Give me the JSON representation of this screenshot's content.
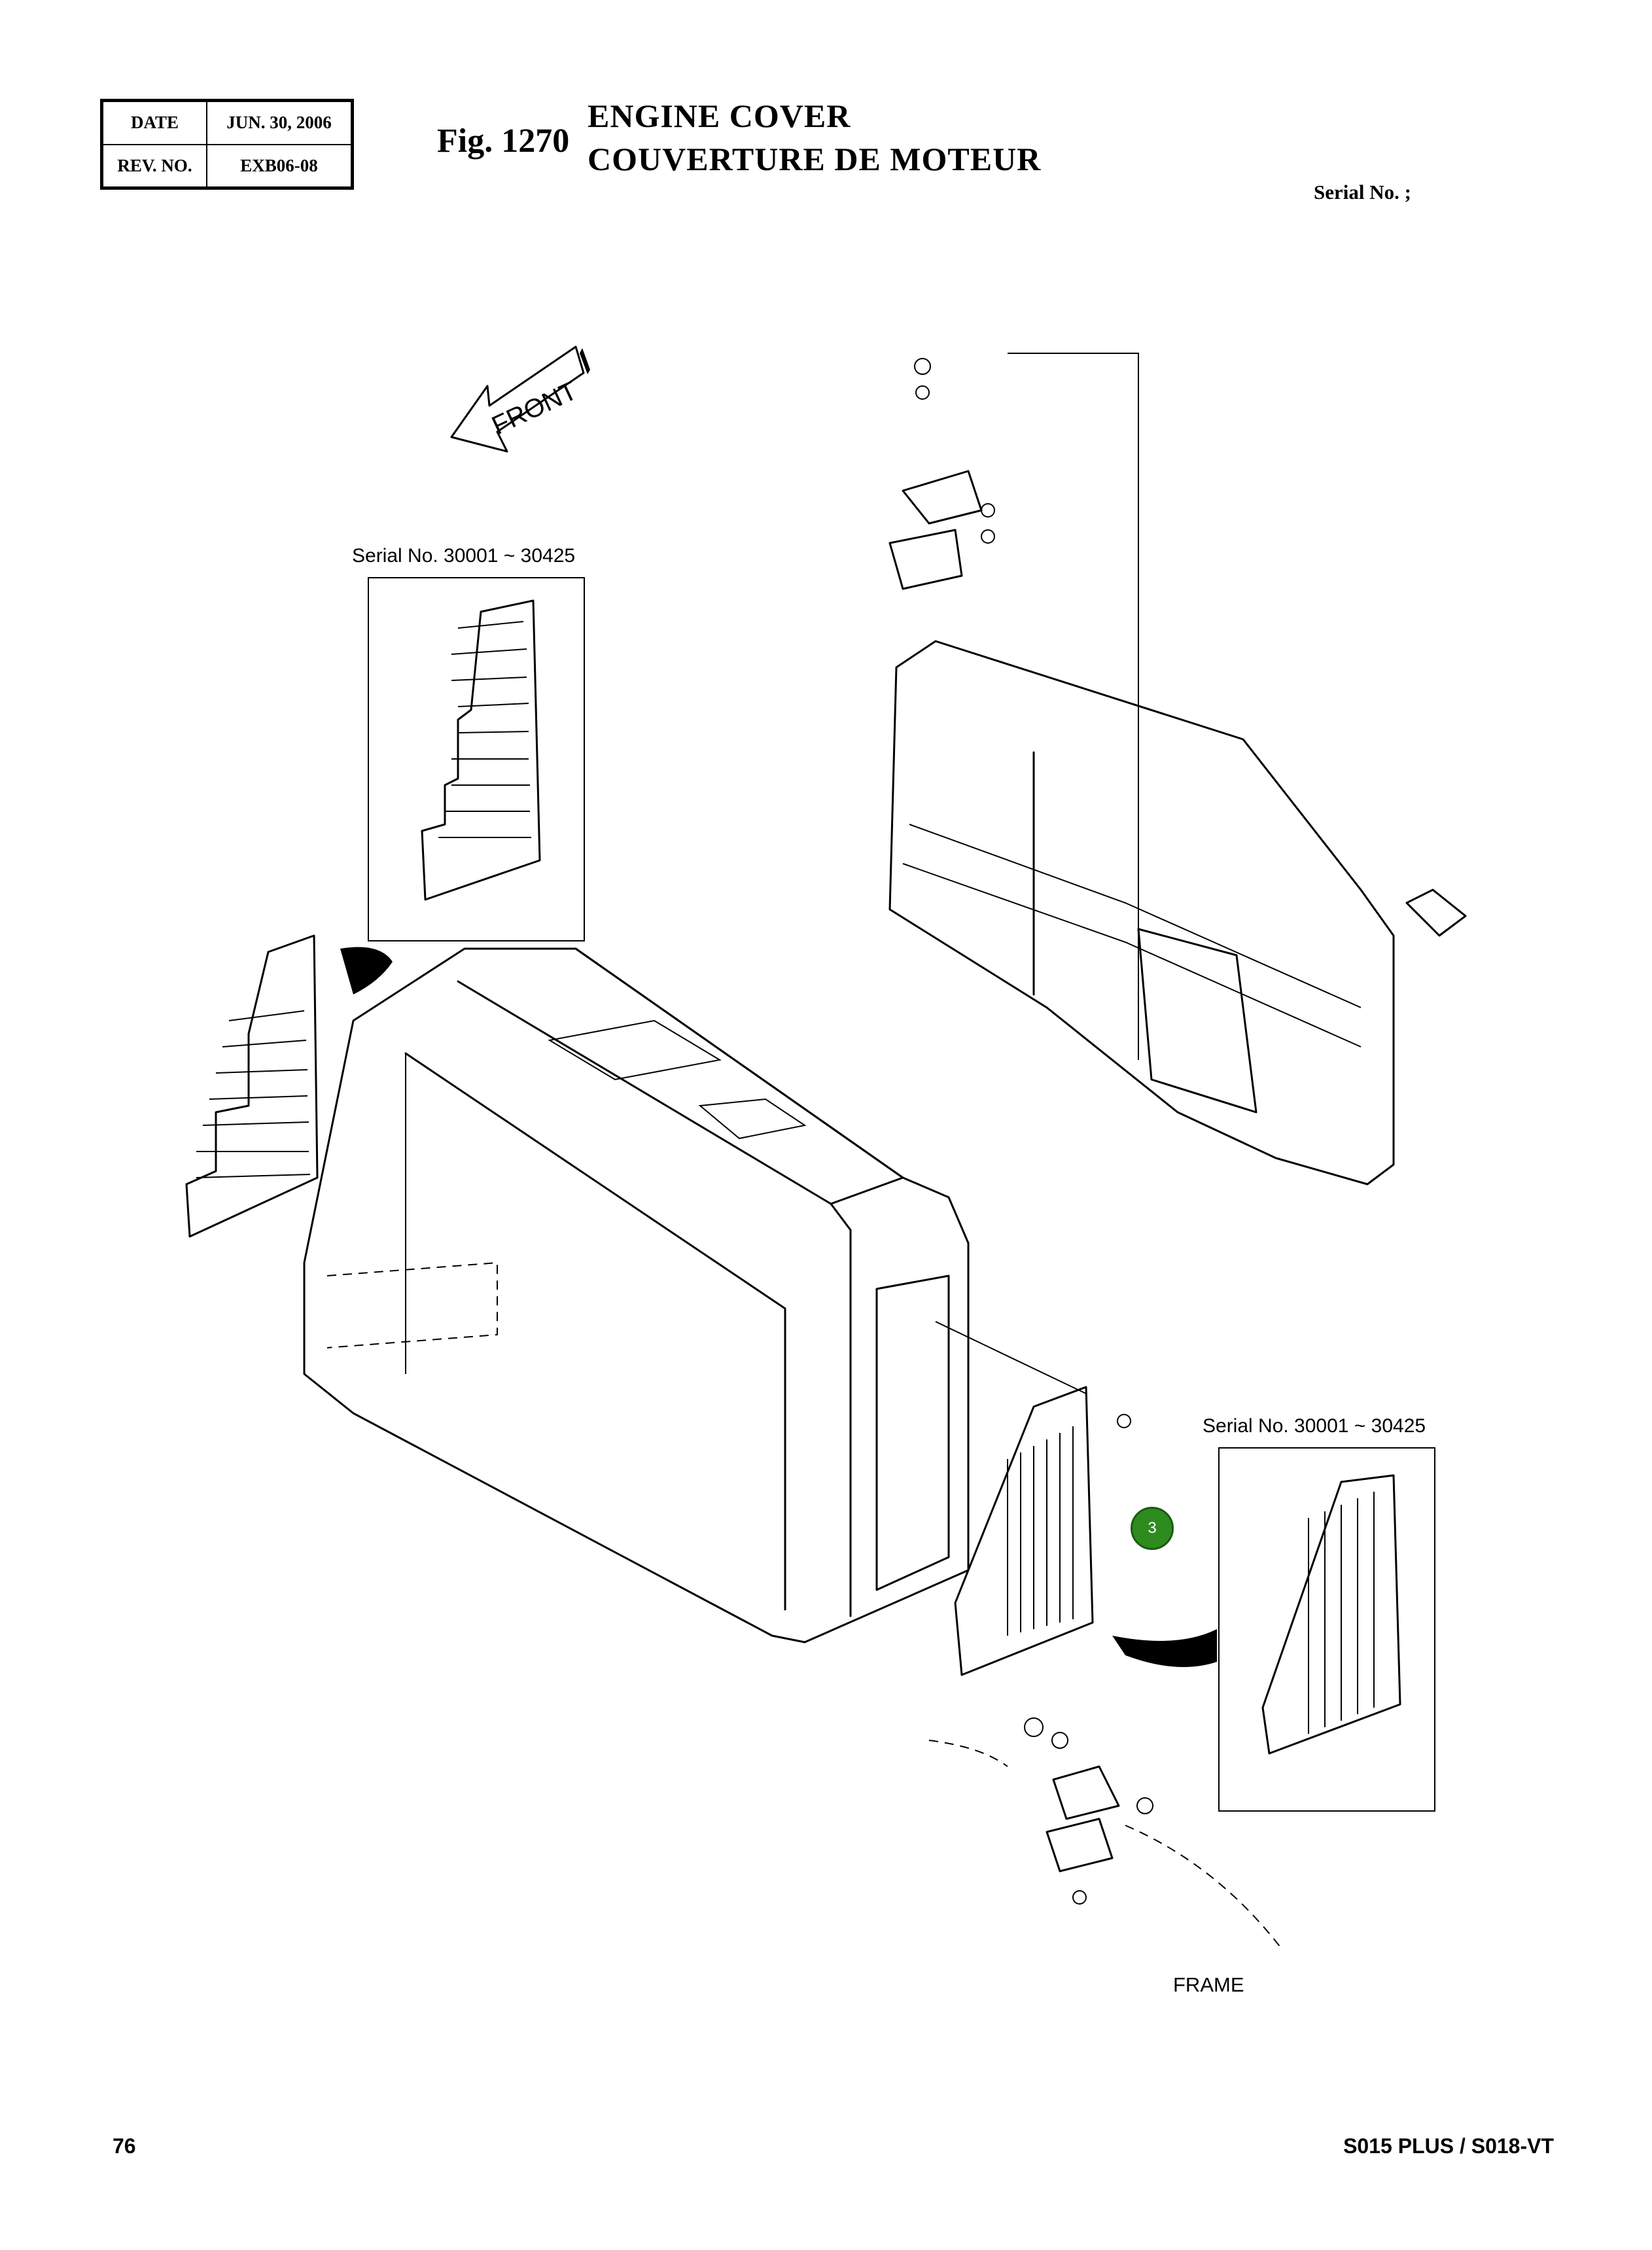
{
  "header": {
    "date_label": "DATE",
    "date_value": "JUN. 30, 2006",
    "rev_label": "REV. NO.",
    "rev_value": "EXB06-08",
    "fig_label": "Fig. 1270",
    "title_en": "ENGINE COVER",
    "title_fr": "COUVERTURE DE MOTEUR",
    "serial_label": "Serial No. ;"
  },
  "diagram": {
    "front_arrow_label": "FRONT",
    "inset_left_caption": "Serial No. 30001 ~ 30425",
    "inset_right_caption": "Serial No. 30001 ~ 30425",
    "frame_label": "FRAME",
    "callout_number": "3",
    "callout_color": "#2e8b1e"
  },
  "footer": {
    "page_number": "76",
    "model": "S015 PLUS / S018-VT"
  }
}
